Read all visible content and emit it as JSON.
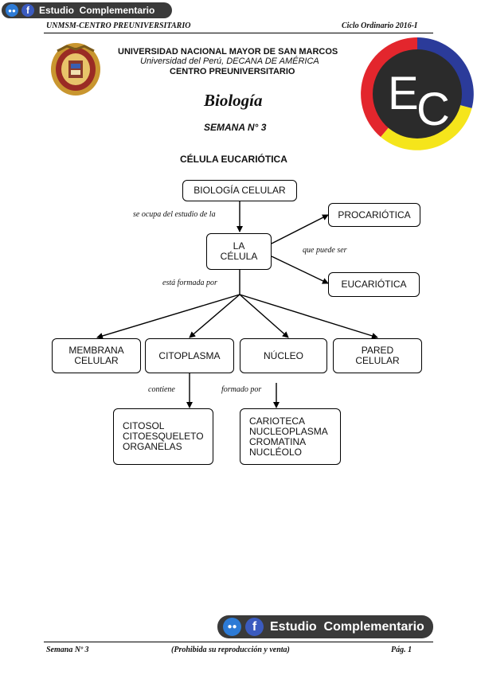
{
  "badge_top": {
    "text": "Estudio  Complementario",
    "group_icon": "group-icon",
    "fb_icon": "f"
  },
  "header": {
    "left": "UNMSM-CENTRO PREUNIVERSITARIO",
    "right": "Ciclo Ordinario 2016-I"
  },
  "institution": {
    "line1": "UNIVERSIDAD NACIONAL MAYOR DE SAN MARCOS",
    "line2": "Universidad del Perú, DECANA DE AMÉRICA",
    "line3": "CENTRO PREUNIVERSITARIO"
  },
  "logo_ec": {
    "letter_e": "E",
    "letter_c": "C",
    "colors": {
      "red": "#e3262d",
      "blue": "#2b3b9a",
      "yellow": "#f5e51b",
      "dark": "#2b2b2b"
    }
  },
  "subject": "Biología",
  "week": "SEMANA N° 3",
  "topic": "CÉLULA EUCARIÓTICA",
  "diagram": {
    "nodes": {
      "biologia": "BIOLOGÍA CELULAR",
      "procariotica": "PROCARIÓTICA",
      "celula_1": "LA",
      "celula_2": "CÉLULA",
      "eucariotica": "EUCARIÓTICA",
      "membrana_1": "MEMBRANA",
      "membrana_2": "CELULAR",
      "citoplasma": "CITOPLASMA",
      "nucleo": "NÚCLEO",
      "pared_1": "PARED",
      "pared_2": "CELULAR",
      "cito_items": [
        "CITOSOL",
        "CITOESQUELETO",
        "ORGANELAS"
      ],
      "nucleo_items": [
        "CARIOTECA",
        "NUCLEOPLASMA",
        "CROMATINA",
        "NUCLÉOLO"
      ]
    },
    "labels": {
      "ocupa": "se ocupa del estudio de la",
      "puede_ser": "que puede ser",
      "formada": "está formada por",
      "contiene": "contiene",
      "formado": "formado por"
    }
  },
  "badge_bottom": {
    "text": "Estudio  Complementario",
    "group_icon": "group-icon",
    "fb_icon": "f"
  },
  "footer": {
    "left": "Semana Nº 3",
    "center": "(Prohibida su reproducción y venta)",
    "right": "Pág. 1"
  }
}
